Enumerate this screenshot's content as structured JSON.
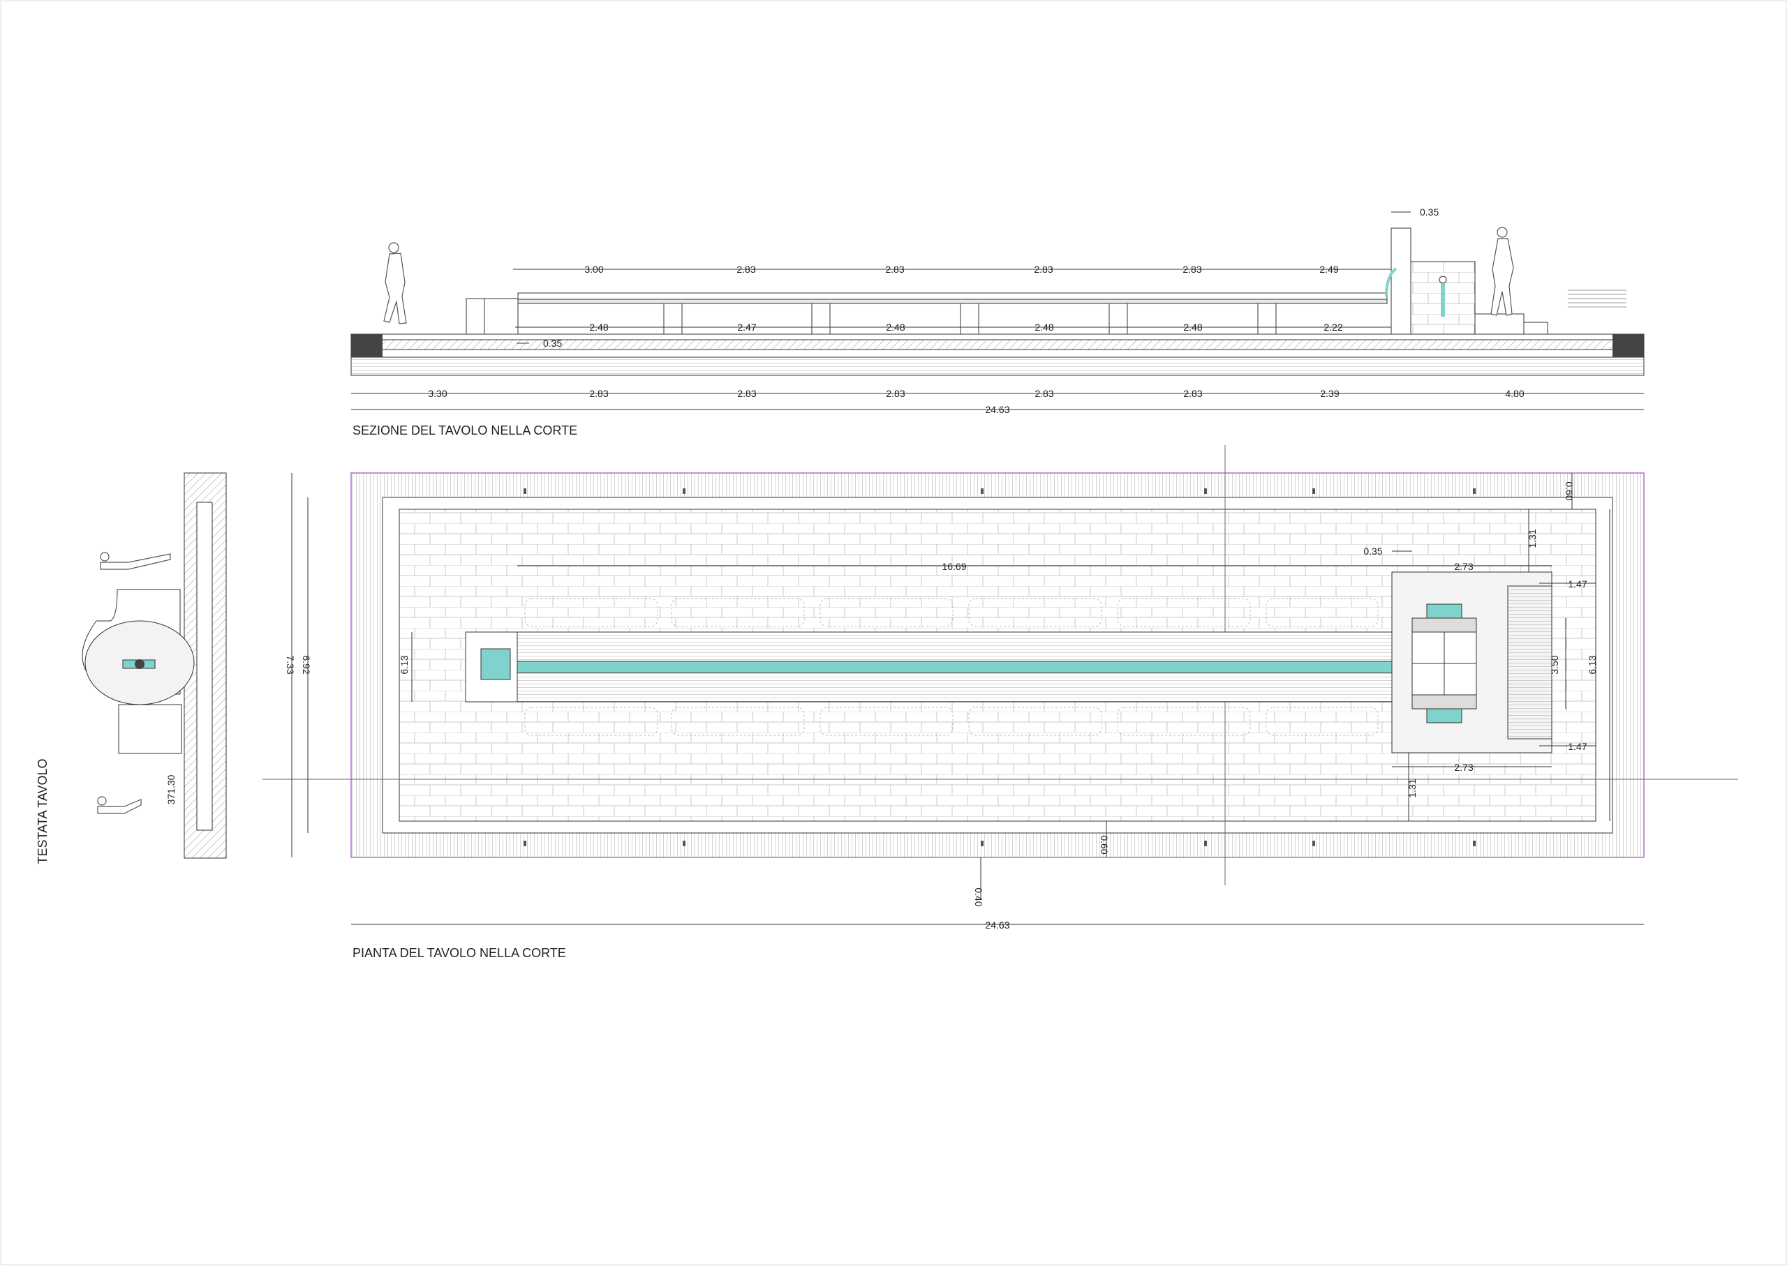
{
  "titles": {
    "section": "SEZIONE DEL TAVOLO NELLA CORTE",
    "plan": "PIANTA DEL TAVOLO NELLA CORTE",
    "head": "TESTATA TAVOLO"
  },
  "section_dims": {
    "top": [
      "3.00",
      "2.83",
      "2.83",
      "2.83",
      "2.83",
      "2.49"
    ],
    "top_extra": "0.35",
    "inner": [
      "2.48",
      "2.47",
      "2.48",
      "2.48",
      "2.48",
      "2.22"
    ],
    "inner_extra": "0.35",
    "bottom": [
      "3.30",
      "2.83",
      "2.83",
      "2.83",
      "2.83",
      "2.83",
      "2.39",
      "4.80"
    ],
    "total": "24.63"
  },
  "plan_dims": {
    "table_length": "16.69",
    "fountain_offset": "0.35",
    "fountain_width_top": "2.73",
    "fountain_width_bottom": "2.73",
    "right_top": "1.31",
    "right_bottom": "1.31",
    "right_gap_top": "1.47",
    "right_gap_bottom": "1.47",
    "fountain_height": "3.50",
    "right_inner_height": "6.13",
    "left_inner_height": "6.13",
    "outer_height": "7.33",
    "mid_height": "6.92",
    "border_top": "0.60",
    "border_bottom": "0.60",
    "step": "0.40",
    "total_width": "24.63"
  },
  "head_dims": {
    "height": "371.30"
  },
  "colors": {
    "water": "#7fd3cc",
    "line": "#333333",
    "hatch": "#999999",
    "boundary": "#b56ad8"
  }
}
